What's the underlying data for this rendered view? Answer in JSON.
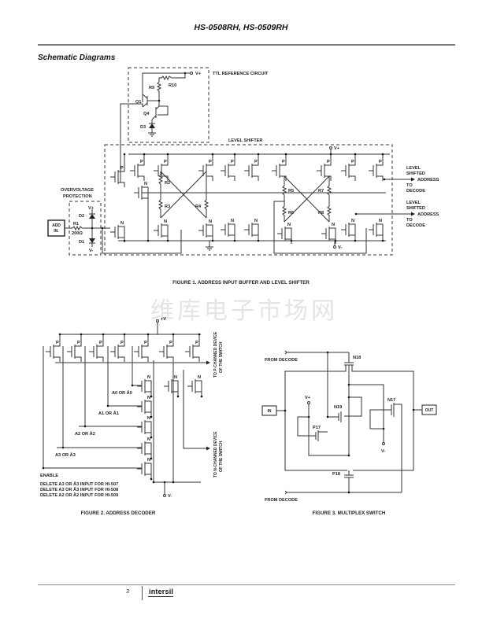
{
  "header": {
    "title": "HS-0508RH, HS-0509RH"
  },
  "section": {
    "title": "Schematic Diagrams"
  },
  "figure1": {
    "caption": "FIGURE 1.  ADDRESS INPUT BUFFER AND LEVEL SHIFTER",
    "ttl_ref_label": "TTL REFERENCE CIRCUIT",
    "level_shifter_label": "LEVEL SHIFTER",
    "overvoltage_label_1": "OVERVOLTAGE",
    "overvoltage_label_2": "PROTECTION",
    "input_box": [
      "ADD",
      "IN."
    ],
    "components": {
      "q1": "Q1",
      "q4": "Q4",
      "d3": "D3",
      "r9": "R9",
      "r10": "R10",
      "d1": "D1",
      "d2": "D2",
      "r1": "R1",
      "r1_value": "200Ω",
      "r2": "R2",
      "r3": "R3",
      "r4": "R4",
      "r5": "R5",
      "r6": "R6",
      "r7": "R7",
      "r8": "R8"
    },
    "rails": {
      "vplus": "V+",
      "vminus": "V-"
    },
    "channel_p": "P",
    "channel_n": "N",
    "outputs": [
      [
        "LEVEL",
        "SHIFTED",
        "ADDRESS",
        "TO",
        "DECODE"
      ],
      [
        "LEVEL",
        "SHIFTED",
        "ADDRESS",
        "TO",
        "DECODE"
      ]
    ]
  },
  "figure2": {
    "caption": "FIGURE 2.  ADDRESS DECODER",
    "vplus": "+V",
    "vminus": "V-",
    "inputs": [
      "A0 OR Ā0",
      "A1 OR Ā1",
      "A2 OR Ā2",
      "A3 OR Ā3"
    ],
    "enable": "ENABLE",
    "out_p": [
      "TO P-CHANNED DEVICE",
      "OF THE SWITCH"
    ],
    "out_n": [
      "TO N-CHANNED DEVICE",
      "OF THE SWITCH"
    ],
    "notes": [
      "DELETE A3 OR Ā3 INPUT FOR HI-507",
      "DELETE A3 OR Ā3 INPUT FOR HI-508",
      "DELETE A2 OR Ā2 INPUT FOR HI-509"
    ],
    "channel_p": "P",
    "channel_n": "N"
  },
  "figure3": {
    "caption": "FIGURE 3.  MULTIPLEX SWITCH",
    "from_decode": "FROM DECODE",
    "in": "IN",
    "out": "OUT",
    "vplus": "V+",
    "vminus": "V-",
    "transistors": {
      "n18": "N18",
      "n19": "N19",
      "n17": "N17",
      "p17": "P17",
      "p18": "P18"
    }
  },
  "watermark": "维库电子市场网",
  "footer": {
    "page_number": "3",
    "logo": "intersil"
  }
}
